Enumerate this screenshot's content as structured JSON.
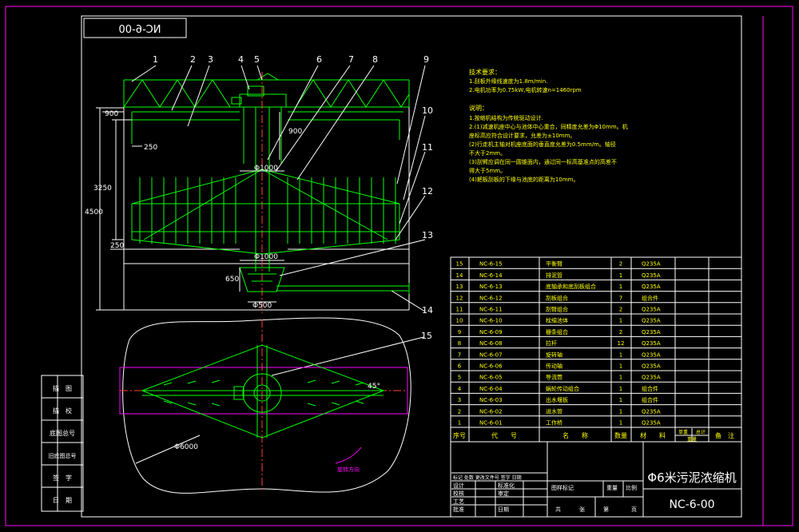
{
  "drawing_code_mirrored": "NC-6-00",
  "callouts": [
    "1",
    "2",
    "3",
    "4",
    "5",
    "6",
    "7",
    "8",
    "9",
    "10",
    "11",
    "12",
    "13",
    "14",
    "15"
  ],
  "dimensions": {
    "d900_left": "900",
    "d900_mid": "900",
    "d250_top": "250",
    "d3250": "3250",
    "d4500": "4500",
    "d250_bot": "250",
    "dia1000_top": "Φ1000",
    "dia1000_bot": "Φ1000",
    "d650": "650",
    "dia500": "Φ500",
    "dia6000": "Φ6000",
    "angle45": "45°",
    "rotation_note": "旋转方向"
  },
  "tech_requirements": {
    "heading": "技术要求：",
    "lines": [
      "1.刮板外缘线速度为1.8m/min.",
      "2.电机功率为0.75kW,电机转速n=1460rpm"
    ]
  },
  "notes": {
    "heading": "说明：",
    "lines": [
      "1.按缩机结构为传统驱动设计.",
      "2.(1)减速机座中心与池体中心重合，同精度允差为Φ10mm。机",
      "座标高应符合设计要求，允差为±10mm。",
      "  (2)行走机主轴对机座底面的垂直度允差为0.5mm/m。轴径",
      "不大于2mm。",
      "  (3)刮臂应调在同一圆锥面内，通过同一标高基准点的高差不",
      "得大于5mm。",
      "  (4)耙板刮板的下缘与池底的距离为10mm。"
    ]
  },
  "parts_list": [
    {
      "no": "15",
      "code": "NC-6-15",
      "name": "平衡臂",
      "qty": "2",
      "material": "Q235A"
    },
    {
      "no": "14",
      "code": "NC-6-14",
      "name": "排泥管",
      "qty": "1",
      "material": "Q235A"
    },
    {
      "no": "13",
      "code": "NC-6-13",
      "name": "底轴承和底刮板组合",
      "qty": "1",
      "material": "Q235A"
    },
    {
      "no": "12",
      "code": "NC-6-12",
      "name": "刮板组合",
      "qty": "7",
      "material": "组合件"
    },
    {
      "no": "11",
      "code": "NC-6-11",
      "name": "刮臂组合",
      "qty": "2",
      "material": "Q235A"
    },
    {
      "no": "10",
      "code": "NC-6-10",
      "name": "栓缩池体",
      "qty": "1",
      "material": "Q235A"
    },
    {
      "no": "9",
      "code": "NC-6-09",
      "name": "栅条组合",
      "qty": "2",
      "material": "Q235A"
    },
    {
      "no": "8",
      "code": "NC-6-08",
      "name": "拉杆",
      "qty": "12",
      "material": "Q235A"
    },
    {
      "no": "7",
      "code": "NC-6-07",
      "name": "旋转轴",
      "qty": "1",
      "material": "Q235A"
    },
    {
      "no": "6",
      "code": "NC-6-06",
      "name": "传动轴",
      "qty": "1",
      "material": "Q235A"
    },
    {
      "no": "5",
      "code": "NC-6-05",
      "name": "导流筒",
      "qty": "1",
      "material": "Q235A"
    },
    {
      "no": "4",
      "code": "NC-6-04",
      "name": "蜗轮传动组合",
      "qty": "1",
      "material": "组合件"
    },
    {
      "no": "3",
      "code": "NC-6-03",
      "name": "出水堰板",
      "qty": "1",
      "material": "组合件"
    },
    {
      "no": "2",
      "code": "NC-6-02",
      "name": "进水管",
      "qty": "1",
      "material": "Q235A"
    },
    {
      "no": "1",
      "code": "NC-6-01",
      "name": "工作桥",
      "qty": "1",
      "material": "Q235A"
    }
  ],
  "parts_header": {
    "no": "序号",
    "code": "代　　号",
    "name": "名　　称",
    "qty": "数量",
    "material": "材　　料",
    "unit_weight": "单重",
    "total_weight": "总计",
    "weight": "重量",
    "remark": "备　注"
  },
  "left_sidebar": [
    "描　图",
    "描　校",
    "底图总号",
    "旧底图总号",
    "签　字",
    "日　期"
  ],
  "title_block": {
    "title": "Φ6米污泥浓缩机",
    "code": "NC-6-00",
    "revision_row": "标记 处数 更改文件号 签字 日期",
    "design": "设计",
    "standardize": "标准化",
    "check": "校核",
    "review": "审定",
    "process": "工艺",
    "approve": "批准",
    "date": "日期",
    "stage_mark": "图样标记",
    "weight": "重量",
    "scale": "比例",
    "total": "共",
    "sheet": "张",
    "page": "第",
    "page_end": "页"
  },
  "colors": {
    "frame": "#ff00ff",
    "structure": "#00ff00",
    "dimension": "#ffffff",
    "text": "#ffff00",
    "centerline": "#ff4040",
    "table": "#ffffff"
  }
}
